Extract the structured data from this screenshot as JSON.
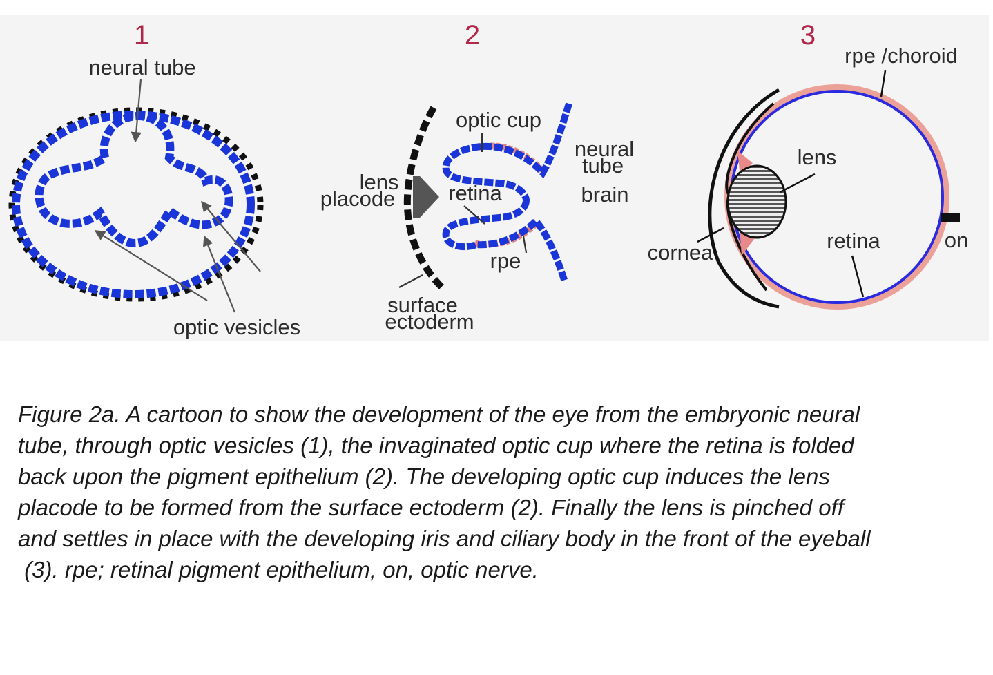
{
  "figure": {
    "panel_numbers": [
      "1",
      "2",
      "3"
    ],
    "panel1": {
      "neural_tube": "neural tube",
      "optic_vesicles": "optic vesicles"
    },
    "panel2": {
      "optic_cup": "optic cup",
      "neural_tube_line1": "neural",
      "neural_tube_line2": "tube",
      "brain": "brain",
      "lens_line1": "lens",
      "placode_line2": "placode",
      "retina": "retina",
      "rpe": "rpe",
      "surface_line1": "surface",
      "ectoderm_line2": "ectoderm"
    },
    "panel3": {
      "rpe_choroid": "rpe /choroid",
      "lens": "lens",
      "cornea": "cornea",
      "retina": "retina",
      "on": "on"
    },
    "colors": {
      "neural_epithelium": "#1a35d8",
      "pigment": "#e8847a",
      "ectoderm": "#111111",
      "panel_number": "#b0284a"
    }
  },
  "caption": {
    "lines": [
      "Figure 2a. A cartoon to show the development of the eye from the embryonic neural",
      "tube, through optic vesicles (1), the invaginated optic cup where the retina is folded",
      "back upon the pigment epithelium (2). The developing optic cup induces the lens",
      "placode to be formed from the surface ectoderm (2). Finally the lens is pinched off",
      "and settles in place with the developing iris and ciliary body in the front of the eyeball",
      " (3). rpe; retinal pigment epithelium, on, optic nerve."
    ]
  }
}
